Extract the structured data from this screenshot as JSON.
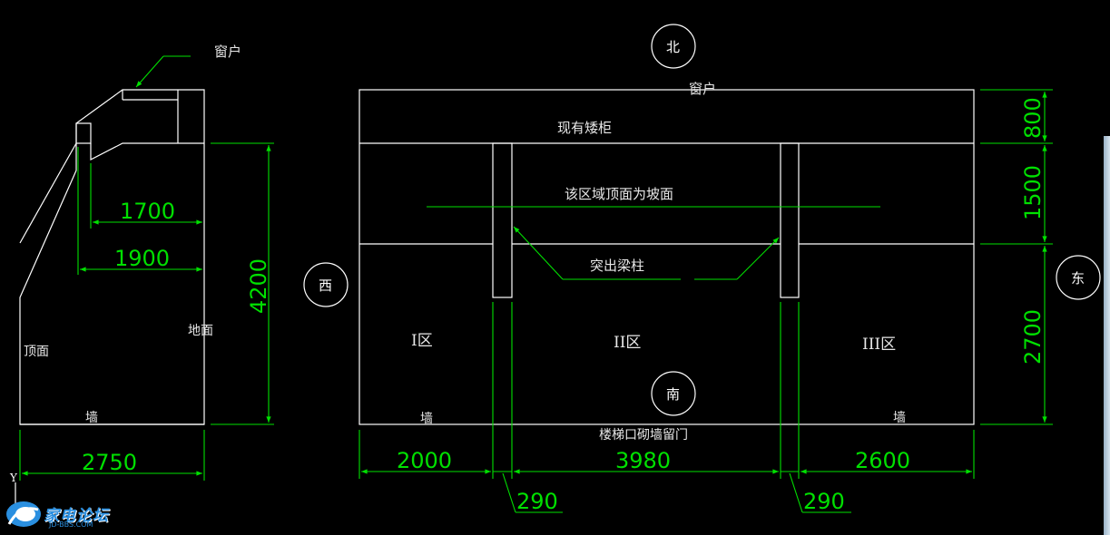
{
  "side_section": {
    "window_label": "窗户",
    "ceiling_label": "顶面",
    "floor_label": "地面",
    "wall_label": "墙",
    "dims": {
      "d1700": "1700",
      "d1900": "1900",
      "d4200": "4200",
      "d2750": "2750"
    }
  },
  "plan": {
    "north": "北",
    "south": "南",
    "west": "西",
    "east": "东",
    "window_label": "窗户",
    "cabinet_label": "现有矮柜",
    "slope_note": "该区域顶面为坡面",
    "beam_note": "突出梁柱",
    "zone1": "I区",
    "zone2": "II区",
    "zone3": "III区",
    "wall_left": "墙",
    "wall_right": "墙",
    "door_note": "楼梯口砌墙留门",
    "dims": {
      "d2000": "2000",
      "d3980": "3980",
      "d2600": "2600",
      "d290a": "290",
      "d290b": "290",
      "d800": "800",
      "d1500": "1500",
      "d2700": "2700"
    }
  },
  "axis_marker": "Y",
  "watermark": {
    "text": "家电论坛",
    "sub": "JD-BBS.COM"
  },
  "colors": {
    "background": "#000000",
    "lines": "#ffffff",
    "dimensions": "#00e000"
  }
}
